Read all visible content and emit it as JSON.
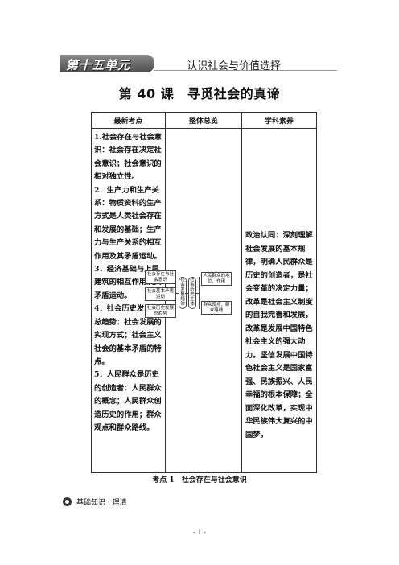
{
  "unit": {
    "label": "第十五单元",
    "title": "认识社会与价值选择"
  },
  "lesson_title": "第 40 课　寻觅社会的真谛",
  "table": {
    "headers": [
      "最新考点",
      "整体总览",
      "学科素养"
    ],
    "exam_points": [
      "1.社会存在与社会意识：社会存在决定社会意识；社会意识的相对独立性。",
      "2．生产力和生产关系：物质资料的生产方式是人类社会存在和发展的基础；生产力与生产关系的相互作用及其矛盾运动。",
      "3．经济基础与上层建筑的相互作用及其矛盾运动。",
      "4．社会历史发展的总趋势：社会发展的实现方式；社会主义社会的基本矛盾的特点。",
      "5．人民群众是历史的创造者：人民群众的概念；人民群众创造历史的作用；群众观点和群众路线。"
    ],
    "literacy": "政治认同：深刻理解社会发展的基本规律，明确人民群众是历史的创造者，是社会变革的决定力量；改革是社会主义制度的自我完善和发展，改革是发展中国特色社会主义的强大动力。坚信发展中国特色社会主义是国家富强、民族振兴、人民幸福的根本保障；全面深化改革，实现中华民族伟大复兴的中国梦。",
    "diagram": {
      "left_boxes": [
        "社会存在与社会意识",
        "社会基本矛盾运动",
        "社会历史发展总趋势"
      ],
      "center_1": "社会发展规律",
      "center_2": "社会历史主体",
      "right_boxes": [
        "人民群众的地位、作用",
        "群众观点、群众路线"
      ]
    }
  },
  "point_title": "考点 1　社会存在与社会意识",
  "section_label": "基础知识 · 理清",
  "page_number": "- 1 -"
}
